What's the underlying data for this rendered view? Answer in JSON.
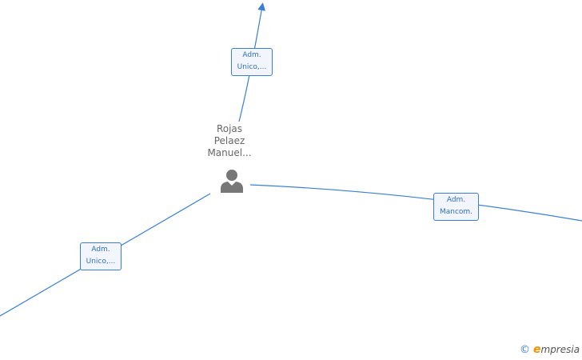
{
  "diagram": {
    "edge_color": "#3a7fd5",
    "center_node": {
      "name_lines": [
        "Rojas",
        "Pelaez",
        "Manuel..."
      ],
      "icon": "person-icon",
      "icon_color": "#777777"
    },
    "edges": [
      {
        "id": "top",
        "label_lines": [
          "Adm.",
          "Unico,..."
        ],
        "arrow": true
      },
      {
        "id": "right",
        "label_lines": [
          "Adm.",
          "Mancom."
        ],
        "arrow": false
      },
      {
        "id": "bottom-left",
        "label_lines": [
          "Adm.",
          "Unico,..."
        ],
        "arrow": false
      }
    ]
  },
  "watermark": {
    "copyright_symbol": "©",
    "brand_initial": "e",
    "brand_rest": "mpresia",
    "brand_color": "#f39200"
  }
}
